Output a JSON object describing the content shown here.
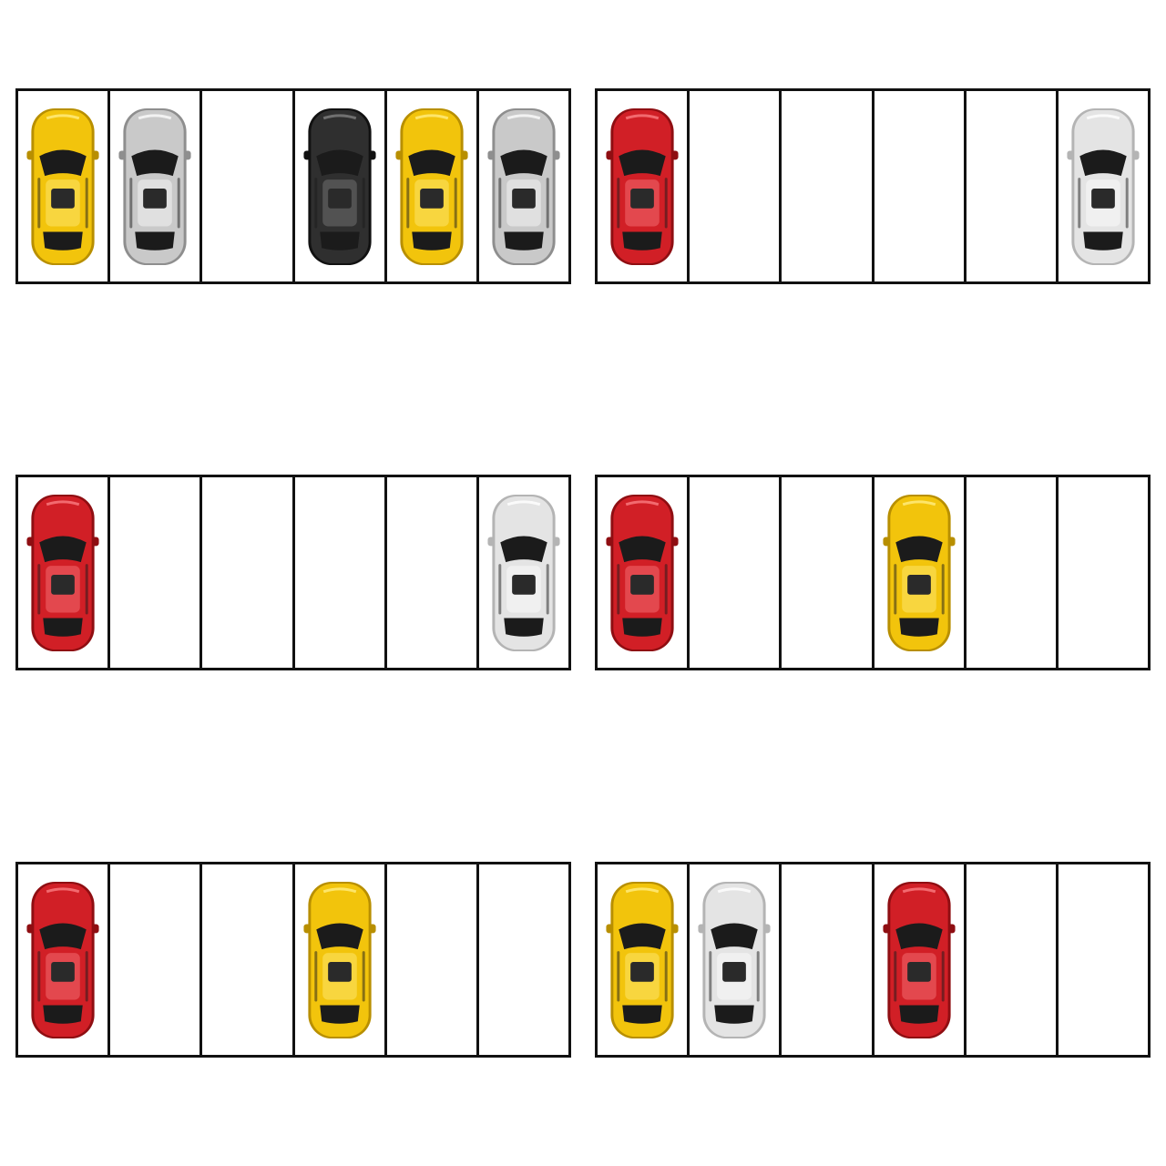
{
  "palette": {
    "yellow": {
      "body": "#f2c40c",
      "shade": "#b88f00",
      "highlight": "#fde56a"
    },
    "silver": {
      "body": "#c9c9c9",
      "shade": "#8e8e8e",
      "highlight": "#f2f2f2"
    },
    "white": {
      "body": "#e4e4e4",
      "shade": "#b4b4b4",
      "highlight": "#fafafa"
    },
    "black": {
      "body": "#2f2f2f",
      "shade": "#111111",
      "highlight": "#707070"
    },
    "red": {
      "body": "#d11f26",
      "shade": "#8f0e12",
      "highlight": "#f26a6f"
    }
  },
  "lots": [
    {
      "spots": [
        "yellow",
        "silver",
        null,
        "black",
        "yellow",
        "silver"
      ]
    },
    {
      "spots": [
        "red",
        null,
        null,
        null,
        null,
        "white"
      ]
    },
    {
      "spots": [
        "red",
        null,
        null,
        null,
        null,
        "white"
      ]
    },
    {
      "spots": [
        "red",
        null,
        null,
        "yellow",
        null,
        null
      ]
    },
    {
      "spots": [
        "red",
        null,
        null,
        "yellow",
        null,
        null
      ]
    },
    {
      "spots": [
        "yellow",
        "white",
        null,
        "red",
        null,
        null
      ]
    }
  ]
}
